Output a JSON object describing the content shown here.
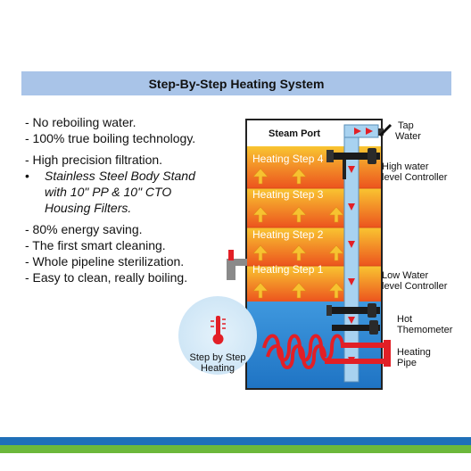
{
  "banner": {
    "title": "Step-By-Step Heating System"
  },
  "features": {
    "item1": "- No reboiling water.",
    "item2": "- 100% true boiling technology.",
    "item3": "- High precision filtration.",
    "sub_bullet": "•",
    "sub_line1": "Stainless Steel Body Stand",
    "sub_line2": "with 10\" PP & 10\" CTO",
    "sub_line3": "Housing Filters.",
    "item4": "- 80% energy saving.",
    "item5": "- The first smart cleaning.",
    "item6": "- Whole pipeline sterilization.",
    "item7": "- Easy to clean, really boiling."
  },
  "diagram": {
    "steam_port": "Steam Port",
    "steps": [
      "Heating Step 4",
      "Heating Step 3",
      "Heating Step 2",
      "Heating Step 1"
    ],
    "tap_water_1": "Tap",
    "tap_water_2": "Water",
    "high_ctrl_1": "High water",
    "high_ctrl_2": "level Controller",
    "low_ctrl_1": "Low Water",
    "low_ctrl_2": "level Controller",
    "hot_thermo_1": "Hot",
    "hot_thermo_2": "Themometer",
    "heating_pipe_1": "Heating",
    "heating_pipe_2": "Pipe",
    "badge_1": "Step by Step",
    "badge_2": "Heating"
  },
  "colors": {
    "banner": "#a9c4e8",
    "step_top": "#f7c230",
    "step_bottom": "#ee5a1e",
    "water": "#2f8ad6",
    "pipe": "#a8d2f0",
    "arrow_red": "#e21f26",
    "stripe_blue": "#1f6fb8",
    "stripe_green": "#6cb83a"
  }
}
